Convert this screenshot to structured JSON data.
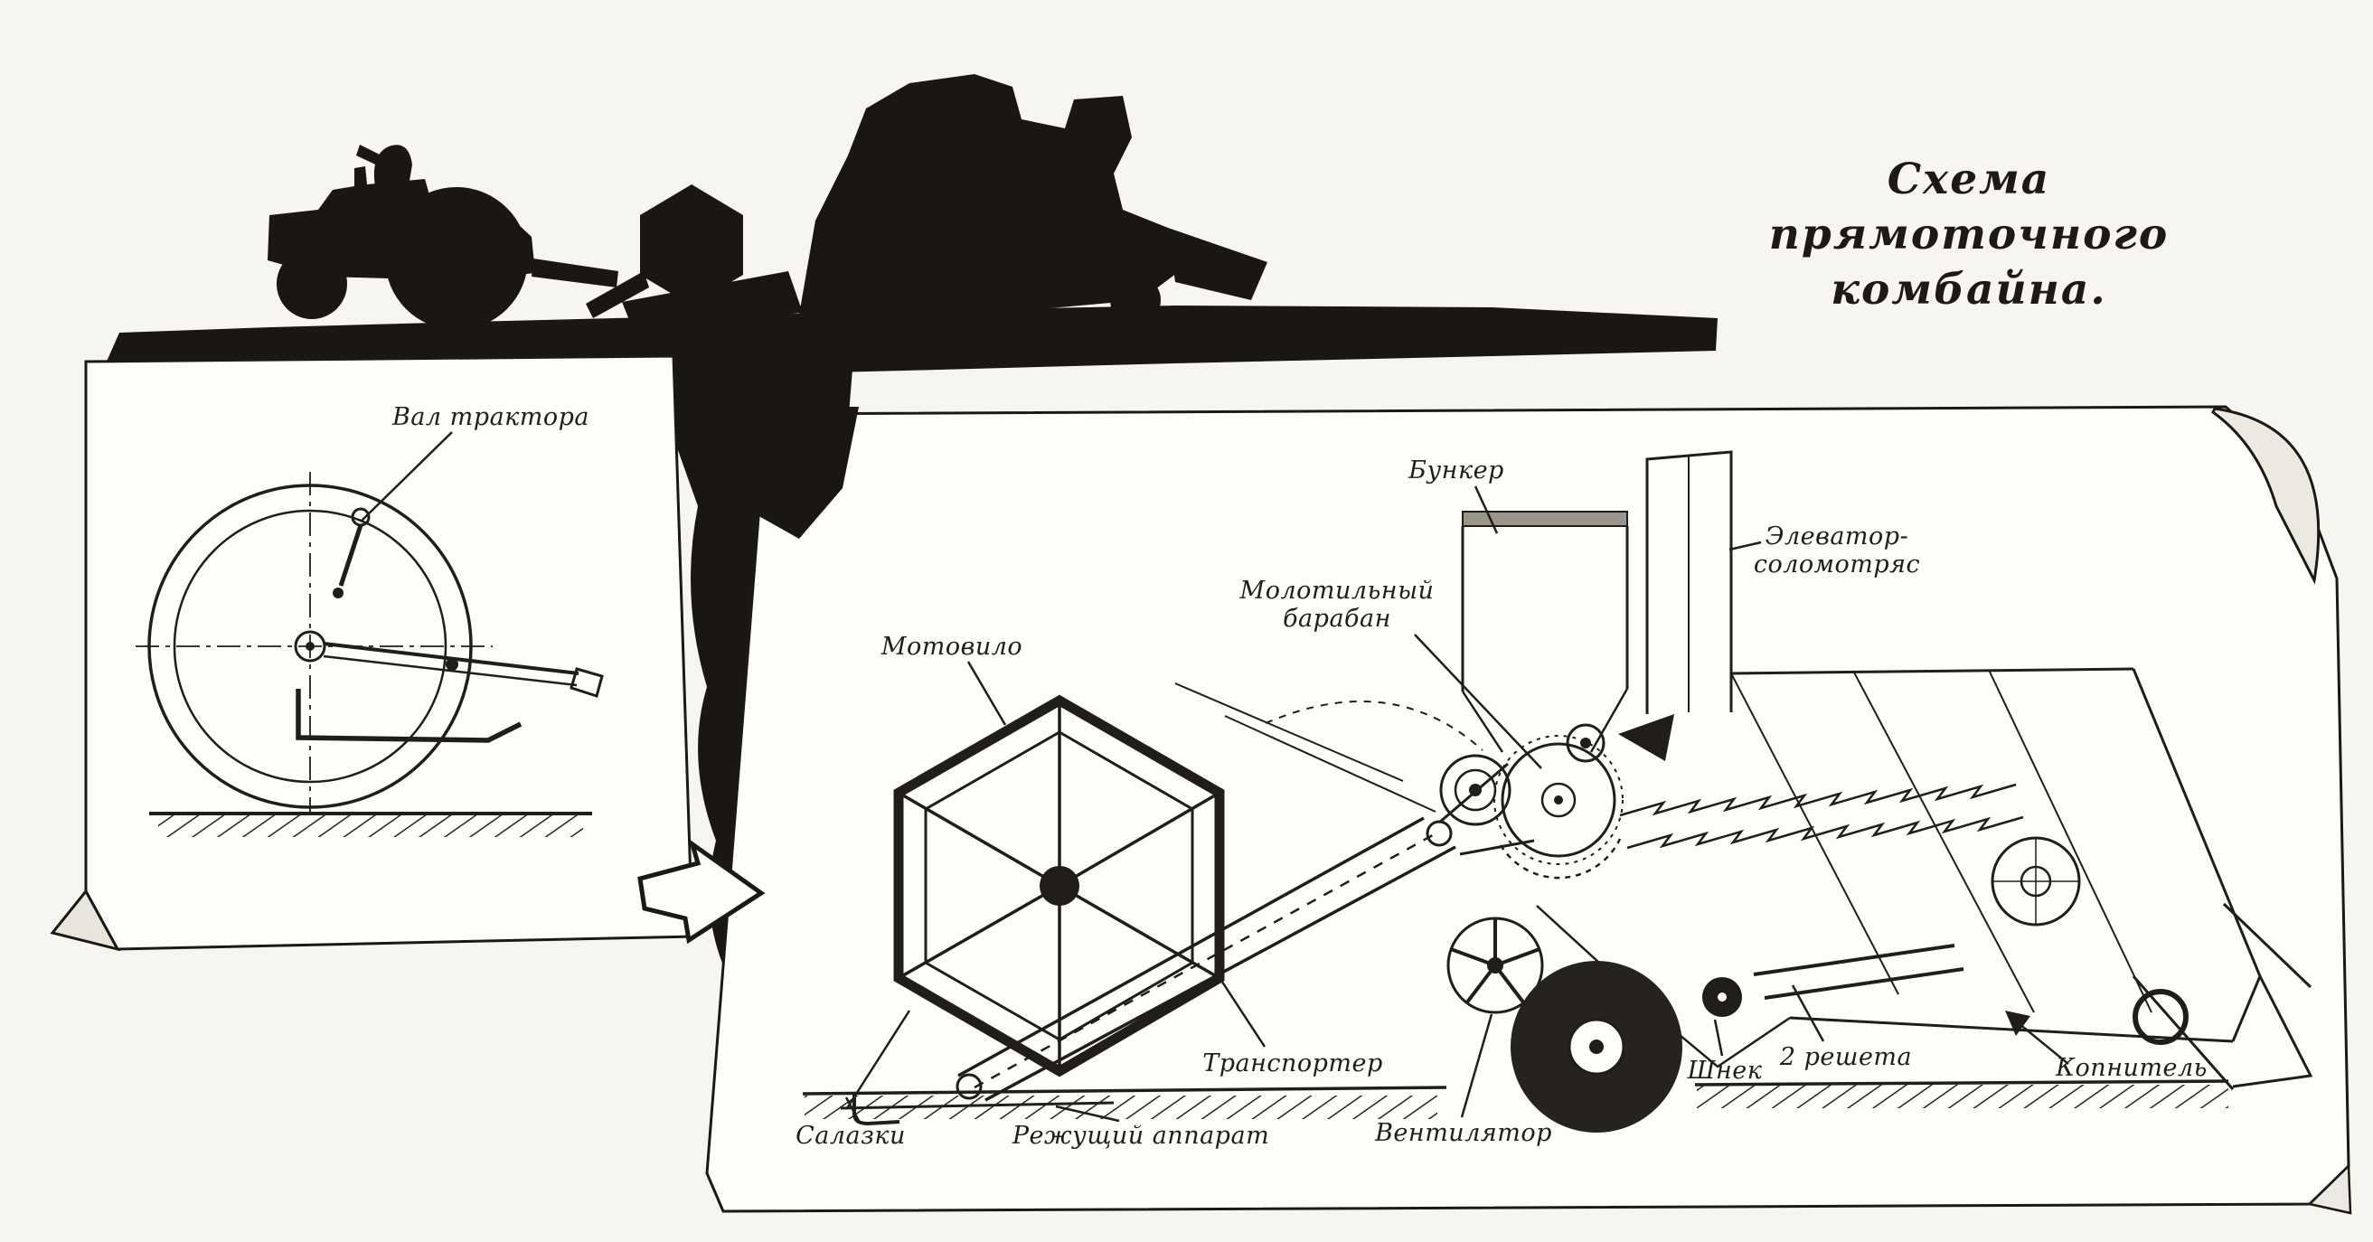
{
  "title": {
    "line1": "Схема прямоточного",
    "line2": "комбайна."
  },
  "inset_labels": {
    "tractor_shaft": "Вал трактора"
  },
  "schematic_labels": {
    "reel": "Мотовило",
    "bunker": "Бункер",
    "elevator_line1": "Элеватор-",
    "elevator_line2": "соломотряс",
    "threshing_drum_line1": "Молотильный",
    "threshing_drum_line2": "барабан",
    "conveyor": "Транспортер",
    "skids": "Салазки",
    "cutting_apparatus": "Режущий аппарат",
    "fan": "Вентилятор",
    "auger": "Шнек",
    "sieves": "2 решета",
    "stacker": "Копнитель"
  },
  "colors": {
    "ink": "#211d18",
    "paper": "#fdfdfa",
    "background": "#f7f5f0",
    "silhouette": "#191613"
  }
}
